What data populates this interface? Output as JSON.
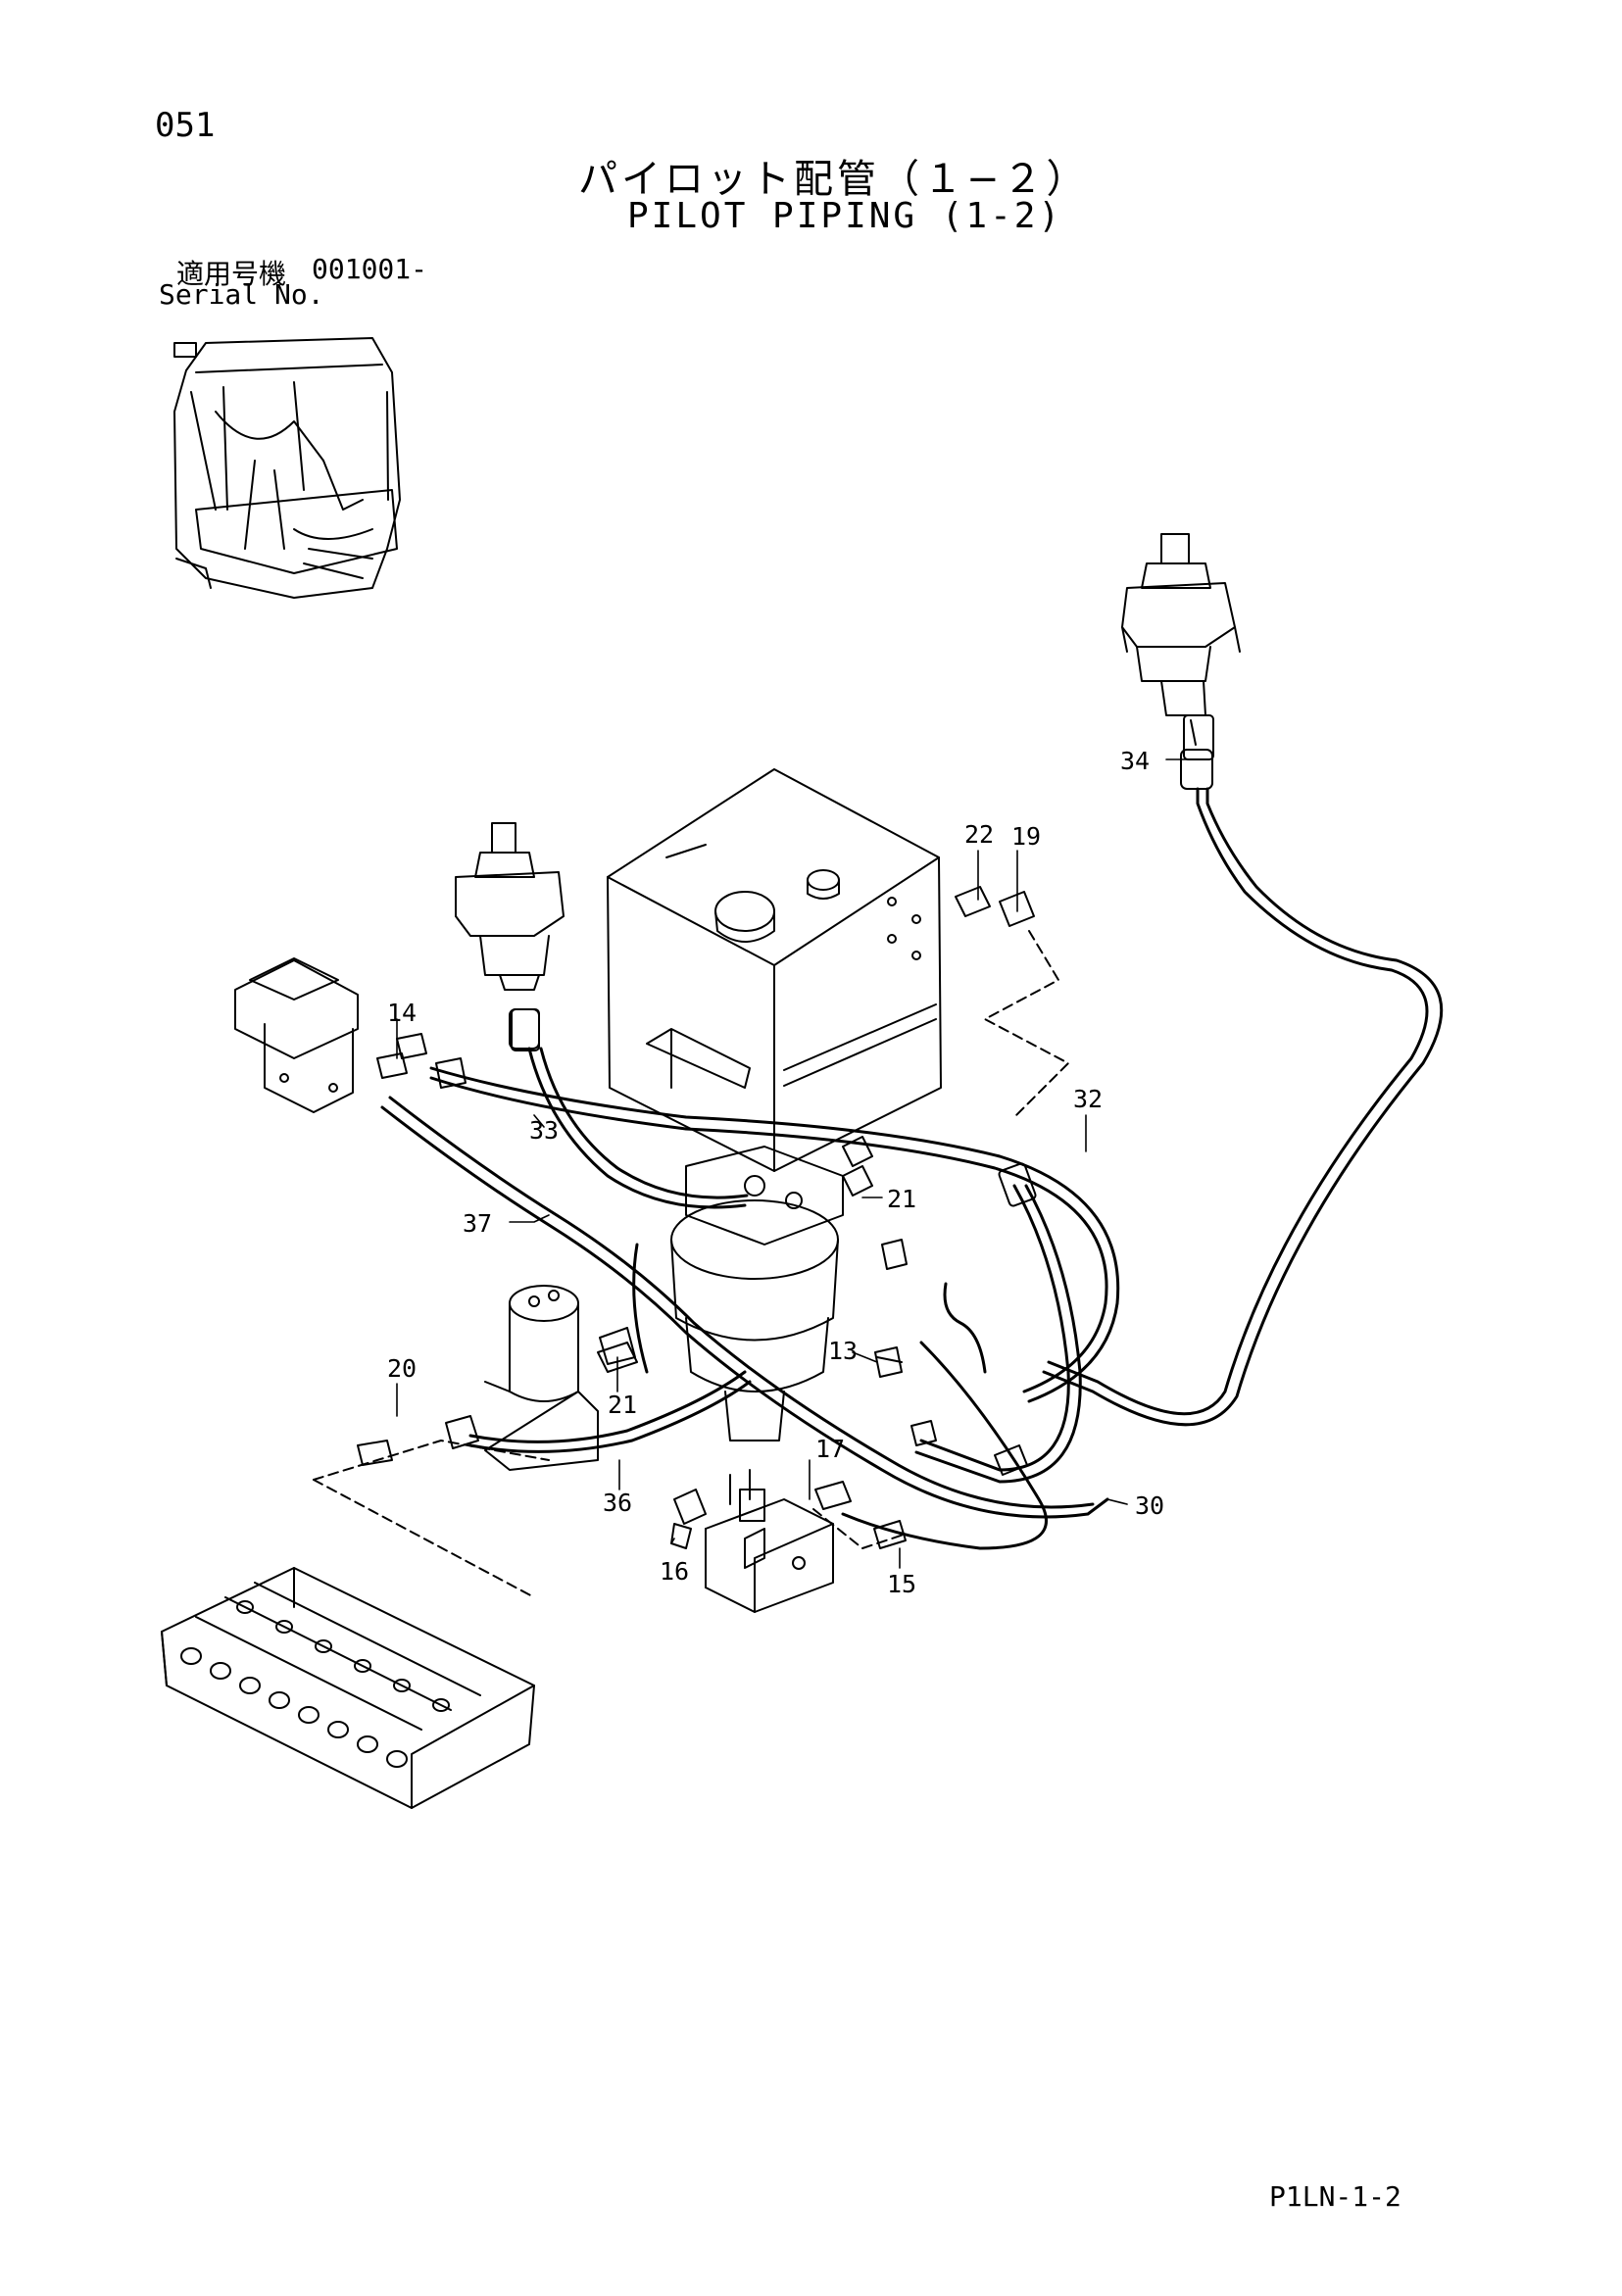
{
  "header": {
    "page_number": "051",
    "title_jp": "パイロット配管（１−２）",
    "title_en": "PILOT PIPING (1-2)"
  },
  "serial": {
    "label_jp": "適用号機",
    "value": "001001-",
    "label_en": "Serial No."
  },
  "footer": {
    "page_code": "P1LN-1-2"
  },
  "callouts": [
    "34",
    "22",
    "19",
    "14",
    "33",
    "32",
    "21",
    "37",
    "13",
    "20",
    "21",
    "17",
    "36",
    "30",
    "16",
    "15"
  ]
}
